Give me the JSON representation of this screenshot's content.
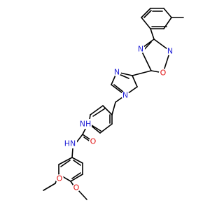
{
  "colors": {
    "bond": "#000000",
    "nitrogen": "#1f1fd6",
    "oxygen": "#e01414",
    "background": "#ffffff"
  },
  "labels": {
    "n_oxadiazole_3": "N",
    "o_oxadiazole": "O",
    "n_oxadiazole_4": "N",
    "n_imidazole_3": "N",
    "n_imidazole_1": "N",
    "nh_upper": "NH",
    "o_carbonyl": "O",
    "nh_lower": "HN",
    "o_methoxy_1": "O",
    "o_methoxy_2": "O"
  }
}
